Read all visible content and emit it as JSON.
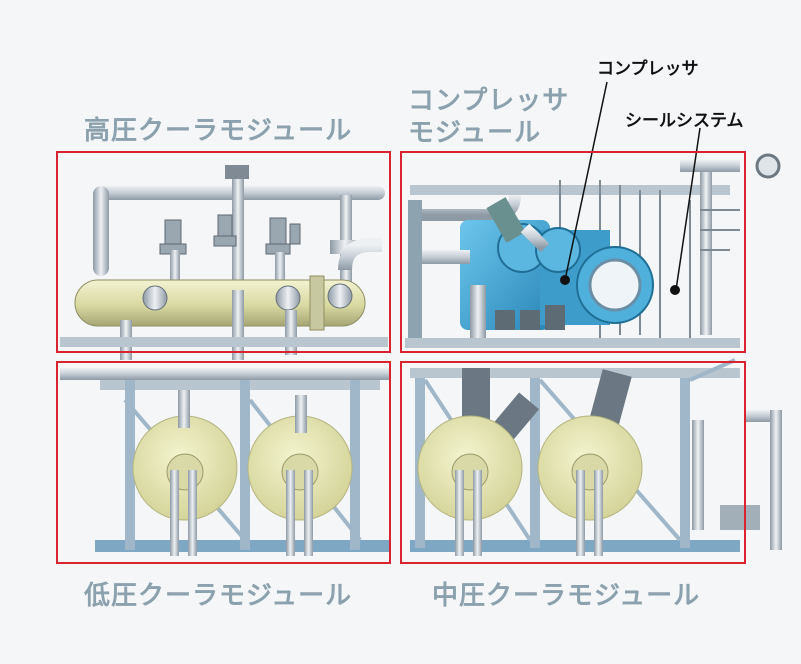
{
  "labels": {
    "high_pressure_cooler": "高圧クーラモジュール",
    "compressor_module_line1": "コンプレッサ",
    "compressor_module_line2": "モジュール",
    "low_pressure_cooler": "低圧クーラモジュール",
    "mid_pressure_cooler": "中圧クーラモジュール",
    "compressor": "コンプレッサ",
    "seal_system": "シールシステム"
  },
  "colors": {
    "highlight_border": "#d9232e",
    "module_label": "#8ba1ad",
    "pipe": "#c9d1d8",
    "cooler_body": "#e6e6b4",
    "compressor_body": "#3aa6d6",
    "frame": "#9fb7c8"
  }
}
